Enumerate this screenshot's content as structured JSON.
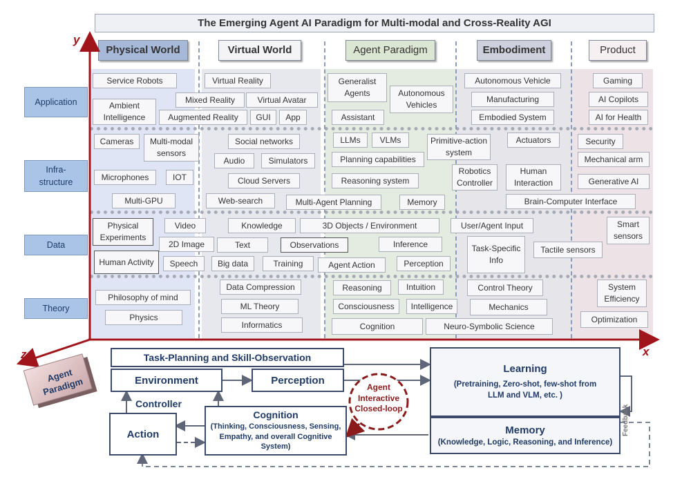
{
  "title": "The Emerging Agent AI Paradigm for Multi-modal and Cross-Reality AGI",
  "axes": {
    "y": "y",
    "x": "x",
    "z": "z"
  },
  "columns": [
    "Physical World",
    "Virtual World",
    "Agent Paradigm",
    "Embodiment",
    "Product"
  ],
  "rows": [
    "Application",
    "Infra-\nstructure",
    "Data",
    "Theory"
  ],
  "cells": {
    "service_robots": "Service Robots",
    "ambient": "Ambient Intelligence",
    "mixed_reality": "Mixed Reality",
    "augmented_reality": "Augmented Reality",
    "virtual_reality": "Virtual Reality",
    "virtual_avatar": "Virtual Avatar",
    "gui": "GUI",
    "app": "App",
    "generalist": "Generalist Agents",
    "autonomous_vehicles": "Autonomous Vehicles",
    "assistant": "Assistant",
    "autonomous_vehicle": "Autonomous Vehicle",
    "manufacturing": "Manufacturing",
    "embodied_system": "Embodied System",
    "gaming": "Gaming",
    "ai_copilots": "AI Copilots",
    "ai_health": "AI for Health",
    "cameras": "Cameras",
    "multimodal_sensors": "Multi-modal sensors",
    "microphones": "Microphones",
    "iot": "IOT",
    "multi_gpu": "Multi-GPU",
    "social_networks": "Social networks",
    "audio": "Audio",
    "simulators": "Simulators",
    "cloud_servers": "Cloud Servers",
    "web_search": "Web-search",
    "multi_agent_planning": "Multi-Agent Planning",
    "llms": "LLMs",
    "vlms": "VLMs",
    "primitive_action": "Primitive-action system",
    "planning_capabilities": "Planning capabilities",
    "reasoning_system": "Reasoning system",
    "memory_infra": "Memory",
    "actuators": "Actuators",
    "robotics_controller": "Robotics Controller",
    "human_interaction": "Human Interaction",
    "bci": "Brain-Computer Interface",
    "security": "Security",
    "mechanical_arm": "Mechanical arm",
    "generative_ai": "Generative AI",
    "physical_experiments": "Physical Experiments",
    "video": "Video",
    "image_2d": "2D Image",
    "human_activity": "Human Activity",
    "speech": "Speech",
    "knowledge": "Knowledge",
    "text": "Text",
    "big_data": "Big data",
    "training": "Training",
    "objects_3d": "3D Objects / Environment",
    "observations": "Observations",
    "inference": "Inference",
    "agent_action": "Agent Action",
    "perception_data": "Perception",
    "user_agent_input": "User/Agent  Input",
    "task_specific": "Task-Specific Info",
    "tactile_sensors": "Tactile sensors",
    "smart_sensors": "Smart sensors",
    "philosophy_mind": "Philosophy of mind",
    "physics": "Physics",
    "data_compression": "Data Compression",
    "ml_theory": "ML Theory",
    "informatics": "Informatics",
    "reasoning": "Reasoning",
    "intuition": "Intuition",
    "consciousness": "Consciousness",
    "intelligence": "Intelligence",
    "cognition_theory": "Cognition",
    "neuro_symbolic": "Neuro-Symbolic Science",
    "control_theory": "Control Theory",
    "mechanics": "Mechanics",
    "system_efficiency": "System Efficiency",
    "optimization": "Optimization"
  },
  "bottom": {
    "agent_paradigm": "Agent Paradigm",
    "task_planning": "Task-Planning and Skill-Observation",
    "environment": "Environment",
    "perception": "Perception",
    "controller": "Controller",
    "action": "Action",
    "cognition_title": "Cognition",
    "cognition_sub": "(Thinking, Consciousness, Sensing, Empathy, and overall Cognitive System)",
    "loop": "Agent Interactive Closed-loop",
    "learning_title": "Learning",
    "learning_sub": "(Pretraining, Zero-shot, few-shot from LLM and VLM, etc. )",
    "memory_title": "Memory",
    "memory_sub": "(Knowledge, Logic, Reasoning, and Inference)",
    "feedback": "Feedback"
  },
  "colors": {
    "physical": "#dfe5f5",
    "virtual": "#e6e8ee",
    "agent": "#e4ece1",
    "embodiment": "#e5e5ea",
    "product": "#ede3e7",
    "axis": "#a0141c",
    "loop": "#8b1a1a"
  }
}
